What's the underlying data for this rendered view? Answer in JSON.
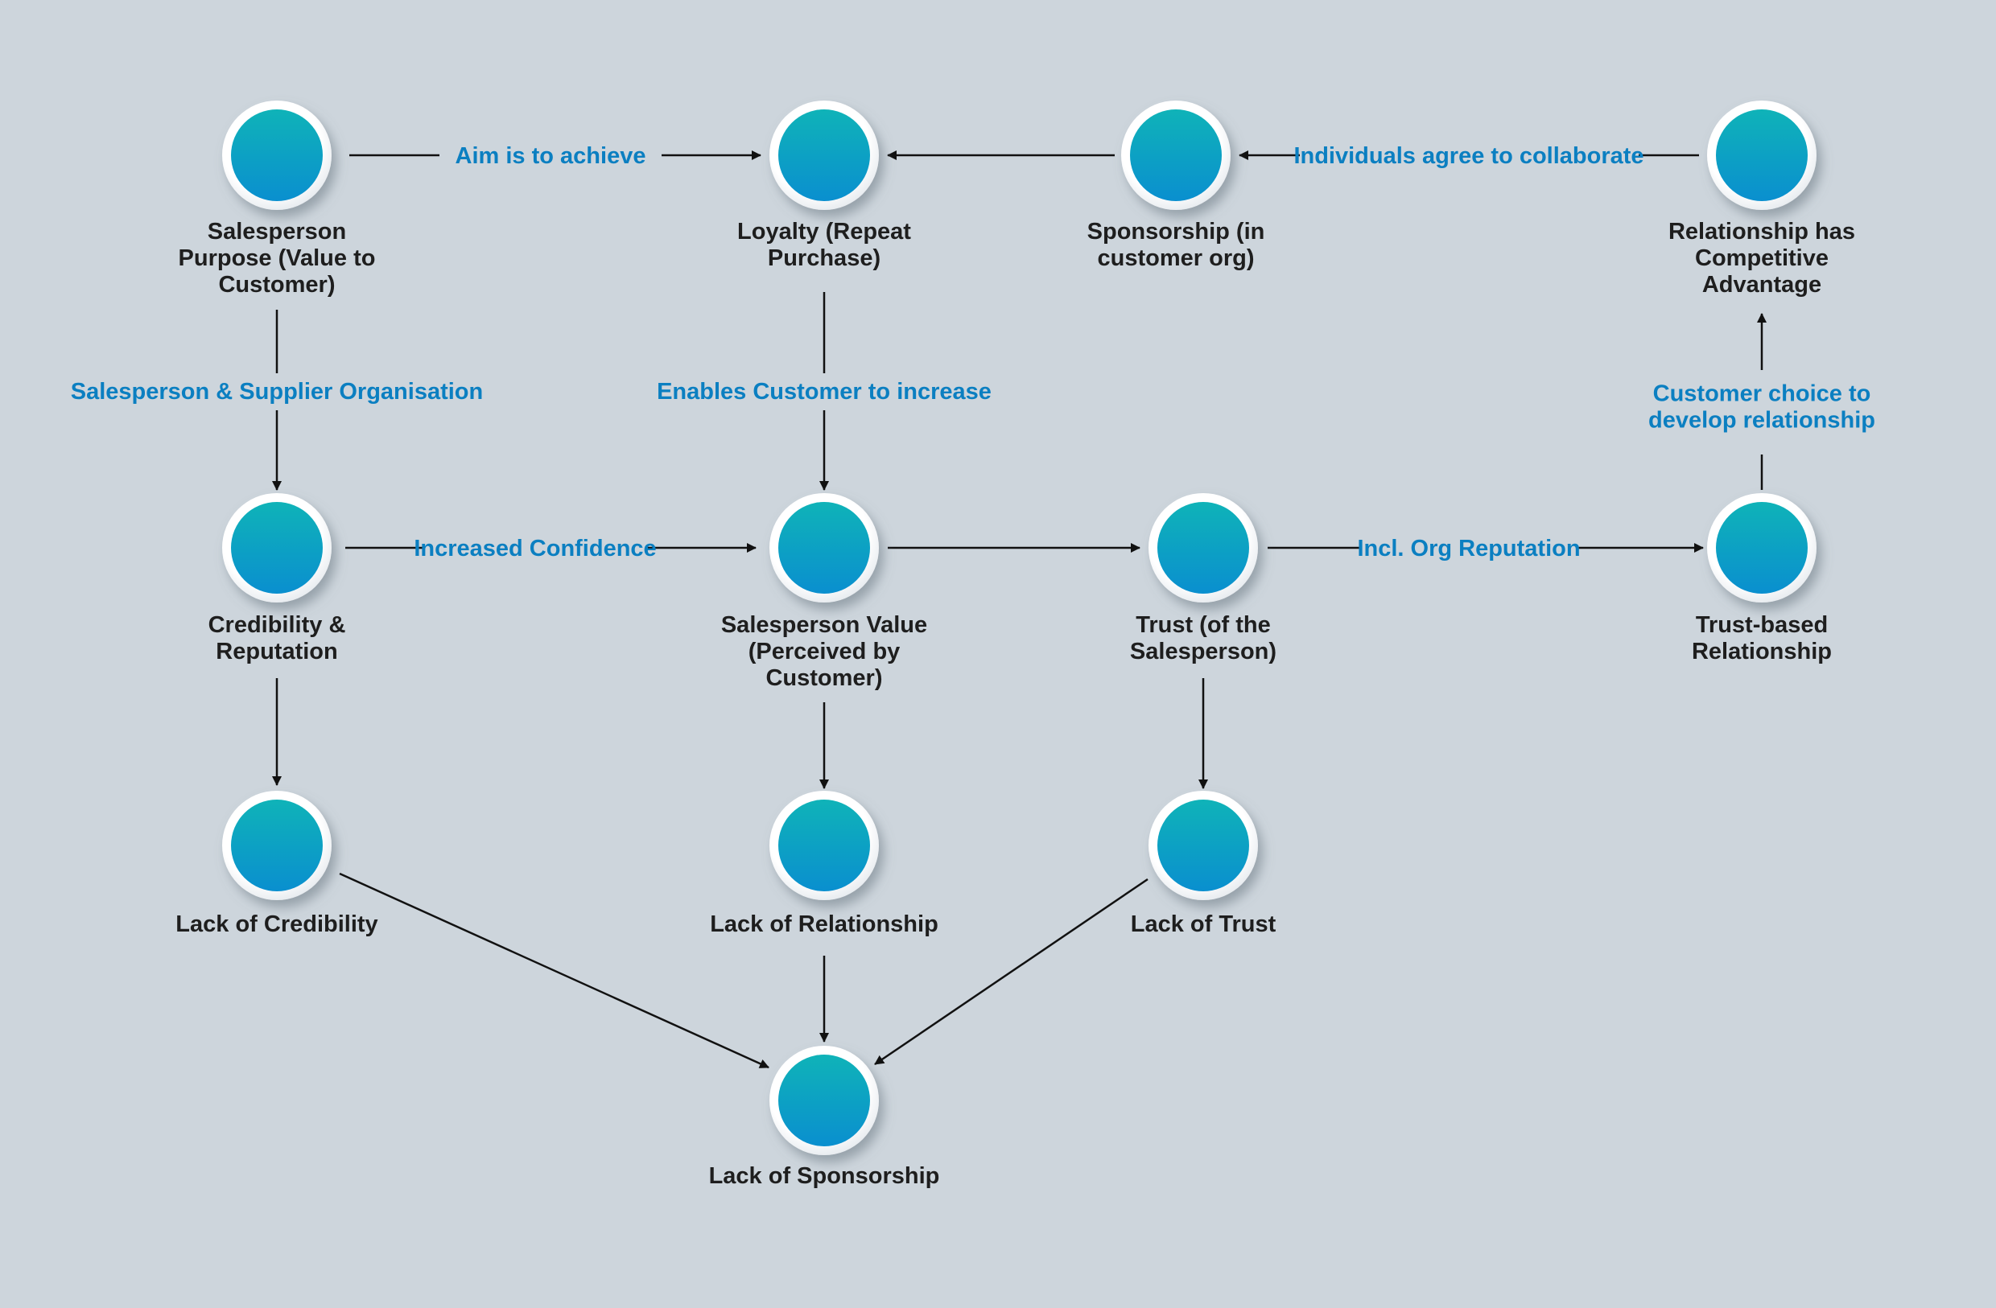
{
  "theme": {
    "background": "#cdd5dc",
    "node_fill_top": "#0fb3b8",
    "node_fill_bottom": "#0a8fcf",
    "node_ring": "#ffffff",
    "label_color": "#1e1e1e",
    "edge_label_color": "#0b7fc1",
    "arrow_color": "#111111"
  },
  "nodes": [
    {
      "id": "salesperson-purpose",
      "lines": [
        "Salesperson",
        "Purpose (Value to",
        "Customer)"
      ]
    },
    {
      "id": "loyalty",
      "lines": [
        "Loyalty (Repeat",
        "Purchase)"
      ]
    },
    {
      "id": "sponsorship",
      "lines": [
        "Sponsorship (in",
        "customer org)"
      ]
    },
    {
      "id": "competitive-advantage",
      "lines": [
        "Relationship has",
        "Competitive",
        "Advantage"
      ]
    },
    {
      "id": "credibility",
      "lines": [
        "Credibility &",
        "Reputation"
      ]
    },
    {
      "id": "salesperson-value",
      "lines": [
        "Salesperson Value",
        "(Perceived by",
        "Customer)"
      ]
    },
    {
      "id": "trust",
      "lines": [
        "Trust (of the",
        "Salesperson)"
      ]
    },
    {
      "id": "trust-relationship",
      "lines": [
        "Trust-based",
        "Relationship"
      ]
    },
    {
      "id": "lack-credibility",
      "lines": [
        "Lack of Credibility"
      ]
    },
    {
      "id": "lack-relationship",
      "lines": [
        "Lack of Relationship"
      ]
    },
    {
      "id": "lack-trust",
      "lines": [
        "Lack of Trust"
      ]
    },
    {
      "id": "lack-sponsorship",
      "lines": [
        "Lack of Sponsorship"
      ]
    }
  ],
  "edges": [
    {
      "id": "purpose-to-loyalty",
      "from": "salesperson-purpose",
      "to": "loyalty",
      "label": [
        "Aim is to achieve"
      ]
    },
    {
      "id": "sponsorship-to-loyalty",
      "from": "sponsorship",
      "to": "loyalty",
      "label": []
    },
    {
      "id": "advantage-to-sponsorship",
      "from": "competitive-advantage",
      "to": "sponsorship",
      "label": [
        "Individuals agree to collaborate"
      ]
    },
    {
      "id": "purpose-to-credibility",
      "from": "salesperson-purpose",
      "to": "credibility",
      "label": [
        "Salesperson & Supplier Organisation"
      ]
    },
    {
      "id": "loyalty-to-value",
      "from": "loyalty",
      "to": "salesperson-value",
      "label": [
        "Enables Customer to increase"
      ]
    },
    {
      "id": "relationship-to-advantage",
      "from": "trust-relationship",
      "to": "competitive-advantage",
      "label": [
        "Customer choice to",
        "develop relationship"
      ]
    },
    {
      "id": "credibility-to-value",
      "from": "credibility",
      "to": "salesperson-value",
      "label": [
        "Increased Confidence"
      ]
    },
    {
      "id": "value-to-trust",
      "from": "salesperson-value",
      "to": "trust",
      "label": []
    },
    {
      "id": "trust-to-relationship",
      "from": "trust",
      "to": "trust-relationship",
      "label": [
        "Incl. Org Reputation"
      ]
    },
    {
      "id": "credibility-to-lack",
      "from": "credibility",
      "to": "lack-credibility",
      "label": []
    },
    {
      "id": "value-to-lack",
      "from": "salesperson-value",
      "to": "lack-relationship",
      "label": []
    },
    {
      "id": "trust-to-lack",
      "from": "trust",
      "to": "lack-trust",
      "label": []
    },
    {
      "id": "lackcred-to-lackspons",
      "from": "lack-credibility",
      "to": "lack-sponsorship",
      "label": []
    },
    {
      "id": "lackrel-to-lackspons",
      "from": "lack-relationship",
      "to": "lack-sponsorship",
      "label": []
    },
    {
      "id": "lacktrust-to-lackspons",
      "from": "lack-trust",
      "to": "lack-sponsorship",
      "label": []
    }
  ]
}
